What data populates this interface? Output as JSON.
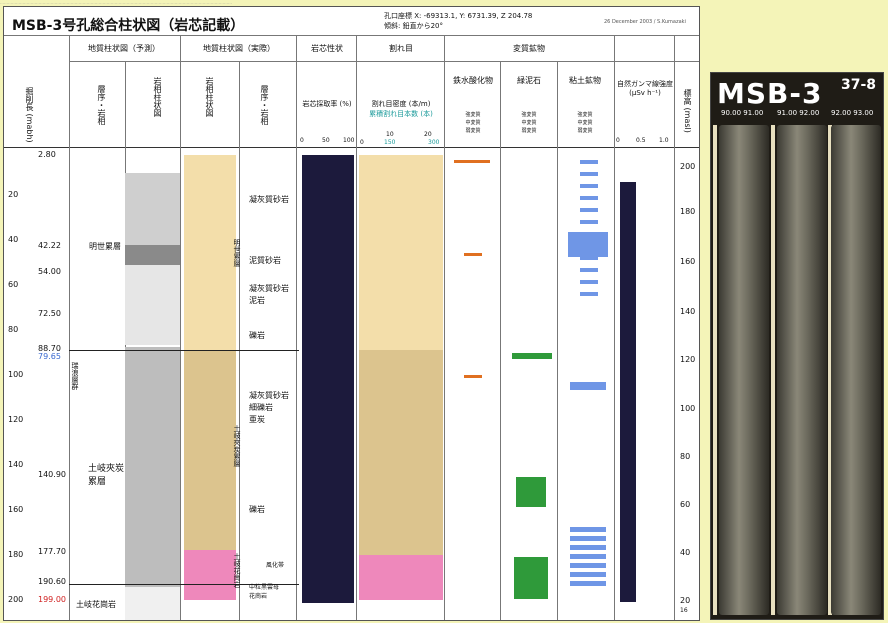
{
  "top_line": "…………………………………………………………………………………………………………………………………………………………",
  "header": {
    "title": "MSB-3号孔総合柱状図（岩芯記載）",
    "coords": "孔口座標 X: -69313.1, Y: 6731.39, Z 204.78",
    "inclination": "傾斜: 鉛直から20°",
    "date_note": "26 December 2003 / S.Kumazaki"
  },
  "columns": {
    "depth_label": "掘削長 (mabh)",
    "geo_predicted": "地質柱状図（予測）",
    "geo_actual": "地質柱状図（実際）",
    "core_props": "岩芯性状",
    "fractures": "割れ目",
    "alteration": "変質鉱物",
    "formation_rock": "層序・岩相",
    "rock_col": "岩相柱状図",
    "core_recovery": "岩芯採取率 (%)",
    "core_recovery_ticks": [
      "0",
      "50",
      "100"
    ],
    "fracture_density": "割れ目密度 (本/m)",
    "fracture_cumulative": "累積割れ目本数 (本)",
    "fracture_ticks_top": [
      "0",
      "10",
      "20"
    ],
    "fracture_ticks_bottom": [
      "0",
      "150",
      "300"
    ],
    "iron": "鉄水酸化物",
    "chlorite": "緑泥石",
    "clay": "粘土鉱物",
    "legend_small": [
      "強変質",
      "中変質",
      "弱変質"
    ],
    "gamma": "自然ガンマ線強度 (μSv h⁻¹)",
    "gamma_ticks": [
      "0",
      "0.5",
      "1.0"
    ],
    "elevation": "標高 (masl)"
  },
  "depth_ticks": [
    "20",
    "40",
    "60",
    "80",
    "100",
    "120",
    "140",
    "160",
    "180",
    "200"
  ],
  "elev_ticks": [
    "200",
    "180",
    "160",
    "140",
    "120",
    "100",
    "80",
    "60",
    "40",
    "20",
    "16"
  ],
  "boundary_depths": [
    "2.80",
    "42.22",
    "54.00",
    "72.50",
    "88.70",
    "79.65",
    "140.90",
    "177.70",
    "190.60",
    "199.00"
  ],
  "formations": {
    "meise": "明世累層",
    "toki_lignite": "土岐夾炭累層",
    "toki_granite": "土岐花崗岩",
    "mizunami": "瑞浪層群",
    "meise_v": "明世累層",
    "toki_v": "土岐夾炭累層",
    "granite_v": "土岐花崗岩"
  },
  "lithology": [
    "凝灰質砂岩",
    "泥質砂岩",
    "凝灰質砂岩",
    "泥岩",
    "礫岩",
    "凝灰質砂岩",
    "細礫岩",
    "亜炭",
    "礫岩",
    "風化帯",
    "中粒黒雲母",
    "花崗岩"
  ],
  "photo": {
    "label": "MSB-3",
    "box": "37-8",
    "runs": [
      "90.00\n91.00",
      "91.00\n92.00",
      "92.00\n93.00"
    ]
  },
  "colors": {
    "sheet": "#ffffff",
    "background": "#f4f4b8",
    "recovery": "#1c1a3c",
    "sand": "#f3deaa",
    "tan": "#dcc48e",
    "pink": "#ee88bb",
    "iron": "#e07020",
    "chlorite": "#2f9a3a",
    "clay": "#6f96e6"
  }
}
